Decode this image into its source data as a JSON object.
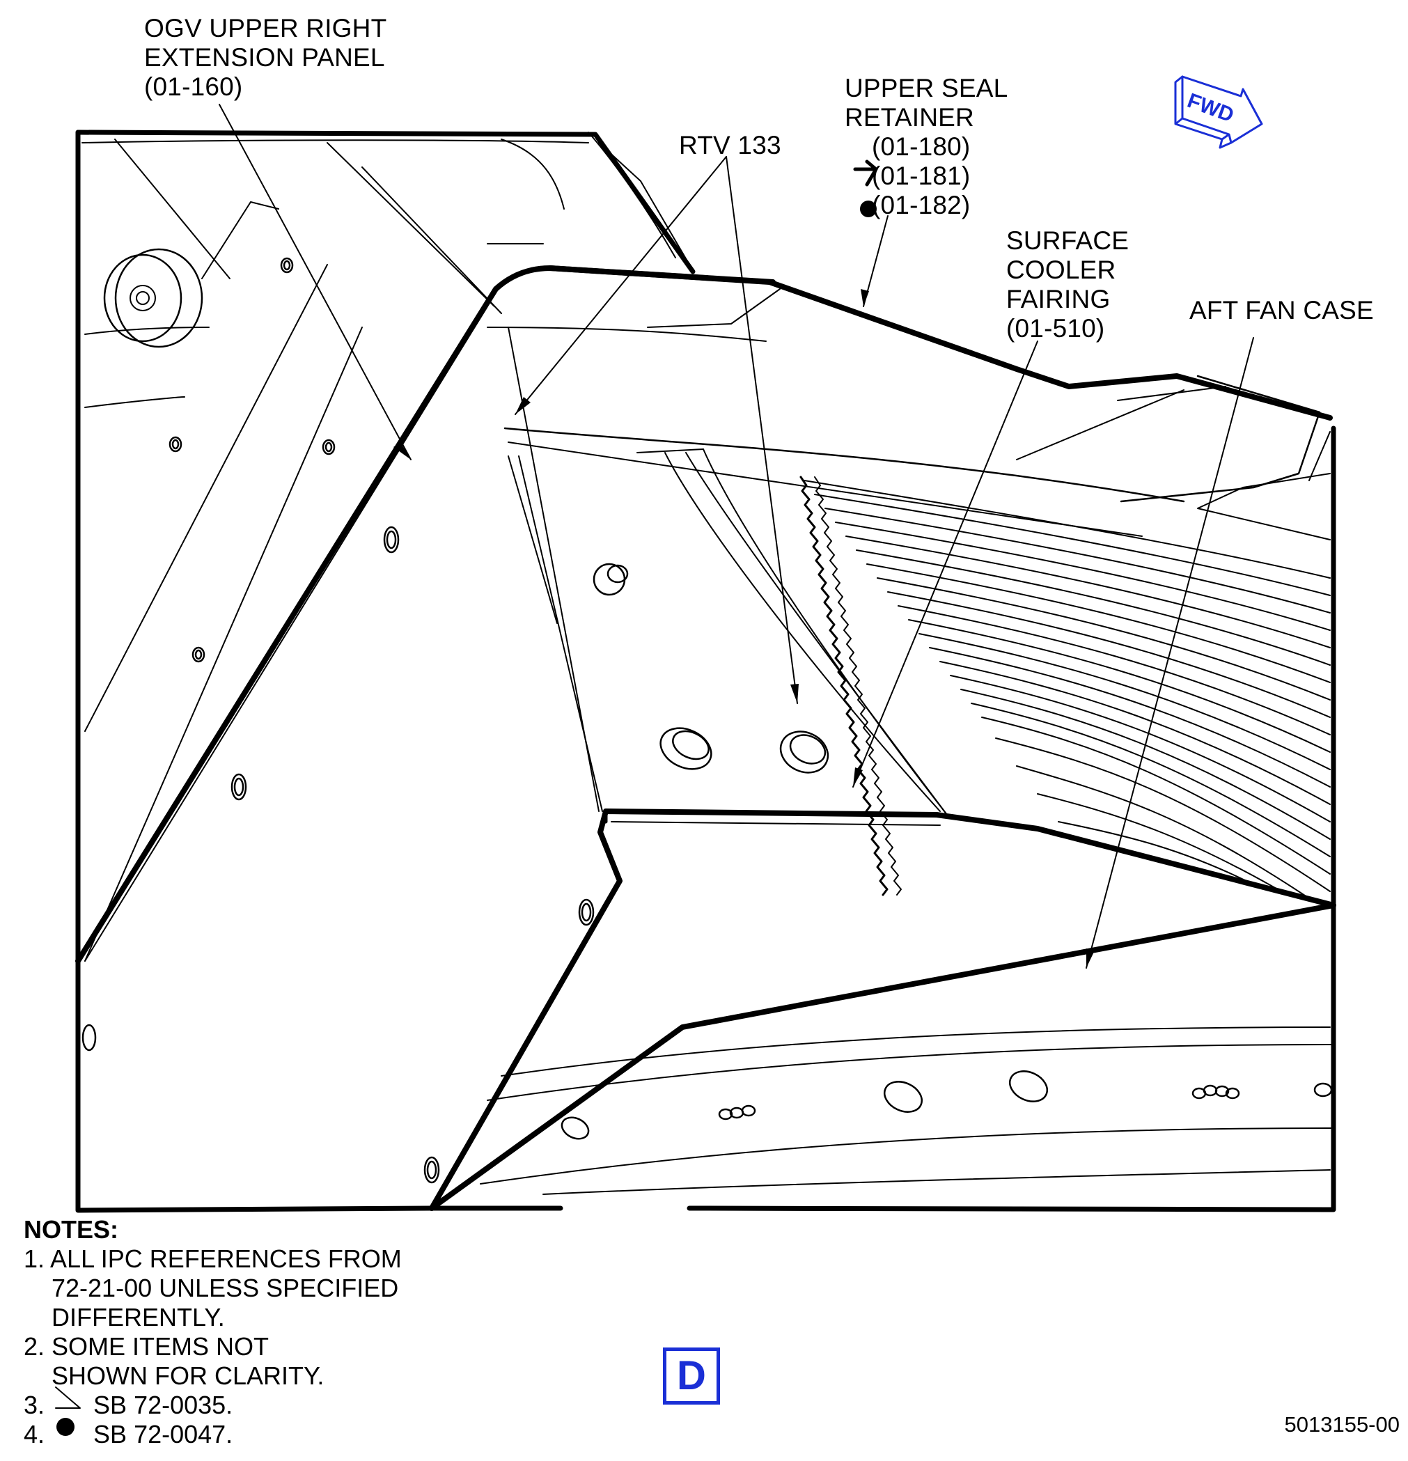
{
  "callouts": {
    "ogv_panel": "OGV UPPER RIGHT\nEXTENSION PANEL\n(01-160)",
    "rtv": "RTV 133",
    "upper_seal": "UPPER SEAL\nRETAINER",
    "upper_seal_ref1": "(01-180)",
    "upper_seal_ref2": "(01-181)",
    "upper_seal_ref3": "(01-182)",
    "surface_cooler": "SURFACE\nCOOLER\nFAIRING\n(01-510)",
    "aft_fan_case": "AFT FAN CASE"
  },
  "fwd_arrow": {
    "label": "FWD",
    "color": "#1a2fd6"
  },
  "notes": {
    "title": "NOTES:",
    "items": [
      "1. ALL IPC REFERENCES FROM",
      "    72-21-00 UNLESS SPECIFIED",
      "    DIFFERENTLY.",
      "2. SOME ITEMS NOT",
      "    SHOWN FOR CLARITY.",
      "3.       SB 72-0035.",
      "4.       SB 72-0047."
    ]
  },
  "view_label": {
    "text": "D",
    "color": "#1a2fd6"
  },
  "drawing_number": "5013155-00"
}
